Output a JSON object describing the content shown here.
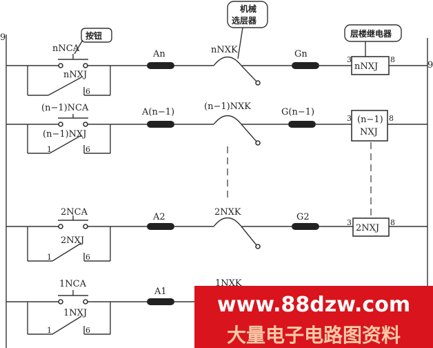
{
  "callouts": {
    "button": "按钮",
    "selector": "机械\n选层器",
    "relay": "层楼继电器"
  },
  "rails": {
    "left": "9",
    "right": "9"
  },
  "rows": [
    {
      "nca": "nNCA",
      "nxj": "nNXJ",
      "pin1": "",
      "pin6": "6",
      "a": "An",
      "nxk": "nNXK",
      "g": "Gn",
      "relay": [
        "nNXJ"
      ],
      "p3": "3",
      "p8": "8"
    },
    {
      "nca": "(n−1)NCA",
      "nxj": "(n−1)NXJ",
      "pin1": "1",
      "pin6": "6",
      "a": "A(n−1)",
      "nxk": "(n−1)NXK",
      "g": "G(n−1)",
      "relay": [
        "(n−1)",
        "NXJ"
      ],
      "p3": "3",
      "p8": "8"
    },
    {
      "nca": "2NCA",
      "nxj": "2NXJ",
      "pin1": "1",
      "pin6": "6",
      "a": "A2",
      "nxk": "2NXK",
      "g": "G2",
      "relay": [
        "2NXJ"
      ],
      "p3": "3",
      "p8": "8"
    },
    {
      "nca": "1NCA",
      "nxj": "1NXJ",
      "pin1": "1",
      "pin6": "6",
      "a": "A1",
      "nxk": "1NXK",
      "g": "",
      "relay": [],
      "p3": "",
      "p8": ""
    }
  ],
  "watermark": {
    "url": "www.88dzw.com",
    "cn": "大量电子电路图资料"
  }
}
